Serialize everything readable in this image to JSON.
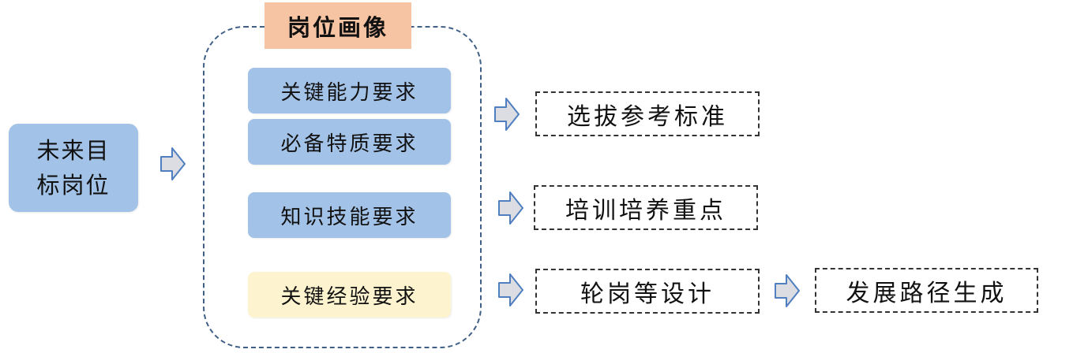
{
  "target": {
    "label": "未来目标岗位"
  },
  "group": {
    "title": "岗位画像"
  },
  "requirements": [
    {
      "label": "关键能力要求"
    },
    {
      "label": "必备特质要求"
    },
    {
      "label": "知识技能要求"
    },
    {
      "label": "关键经验要求"
    }
  ],
  "outcomes": [
    {
      "label": "选拔参考标准"
    },
    {
      "label": "培训培养重点"
    },
    {
      "label": "轮岗等设计"
    },
    {
      "label": "发展路径生成"
    }
  ],
  "colors": {
    "blue_box": "#a3c2e7",
    "yellow_box": "#fdf4cf",
    "title_box": "#f7c4a3",
    "group_border": "#3f5f86",
    "arrow_fill": "#dcdde3",
    "arrow_stroke": "#4f7fbf"
  }
}
